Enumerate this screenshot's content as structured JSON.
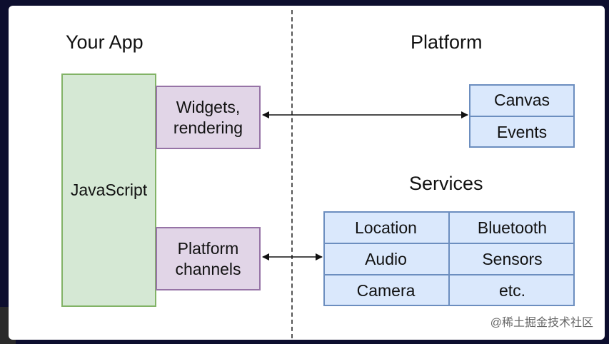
{
  "diagram": {
    "left_title": "Your App",
    "right_title": "Platform",
    "services_title": "Services",
    "javascript": "JavaScript",
    "widgets": [
      "Widgets,",
      "rendering"
    ],
    "channels": [
      "Platform",
      "channels"
    ],
    "canvas": "Canvas",
    "events": "Events",
    "services": [
      [
        "Location",
        "Bluetooth"
      ],
      [
        "Audio",
        "Sensors"
      ],
      [
        "Camera",
        "etc."
      ]
    ]
  },
  "watermark": "@稀土掘金技术社区",
  "colors": {
    "green_fill": "#d5e8d4",
    "purple_fill": "#e1d5e7",
    "blue_fill": "#dae8fc"
  }
}
